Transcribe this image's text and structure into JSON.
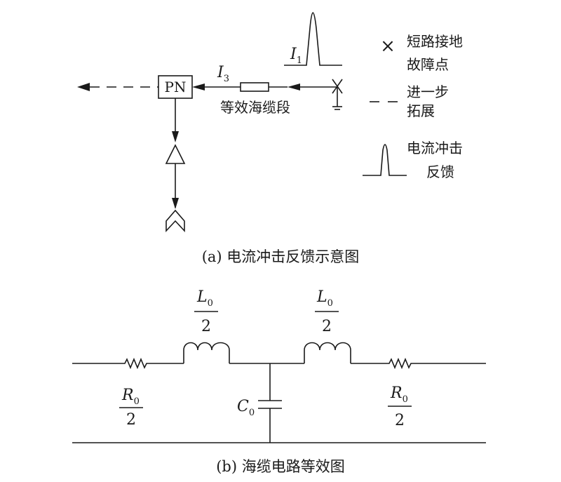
{
  "panel_a": {
    "caption": "(a) 电流冲击反馈示意图",
    "pn_label": "PN",
    "segment_label": "等效海缆段",
    "i1": {
      "symbol": "I",
      "sub": "1"
    },
    "i3": {
      "symbol": "I",
      "sub": "3"
    },
    "legend": {
      "fault": {
        "symbol": "×",
        "line1": "短路接地",
        "line2": "故障点"
      },
      "extension": {
        "line1": "进一步",
        "line2": "拓展"
      },
      "pulse": {
        "line1": "电流冲击",
        "line2": "反馈"
      }
    }
  },
  "panel_b": {
    "caption": "(b) 海缆电路等效图",
    "l_left": {
      "symbol": "L",
      "sub": "0",
      "den": "2"
    },
    "l_right": {
      "symbol": "L",
      "sub": "0",
      "den": "2"
    },
    "r_left": {
      "symbol": "R",
      "sub": "0",
      "den": "2"
    },
    "r_right": {
      "symbol": "R",
      "sub": "0",
      "den": "2"
    },
    "cap": {
      "symbol": "C",
      "sub": "0"
    }
  }
}
